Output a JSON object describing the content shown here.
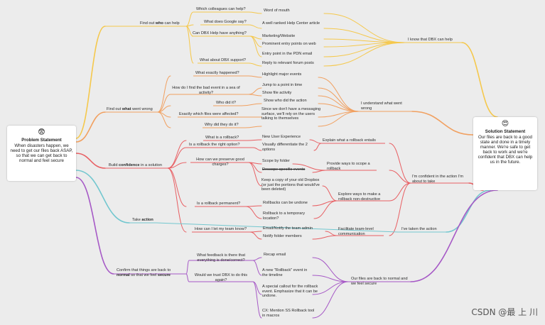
{
  "colors": {
    "yellow": "#f5c84c",
    "orange": "#f1a060",
    "red": "#e85f63",
    "teal": "#73c7cf",
    "purple": "#a659c6"
  },
  "problem": {
    "emoji": "😨",
    "title": "Problem Statement",
    "body": "When disasters happen, we need to get our files back ASAP, so that we can get back to normal and feel secure"
  },
  "solution": {
    "emoji": "😍",
    "title": "Solution Statement",
    "body": "Our files are back to a good state and done in a timely manner. We're safe to get back to work and we're confident that DBX can help us in the future."
  },
  "branches": {
    "who": "Find out who can help",
    "what": "Find out what went wrong",
    "confidence": "Build confidence in a solution",
    "action": "Take action",
    "normal": "Confirm that things are back to normal so that we feel secure"
  },
  "questions": {
    "colleagues": "Which colleagues can help?",
    "google": "What does Google say?",
    "dbxhelp": "Can DBX Help have anything?",
    "support": "What about DBX support?",
    "happened": "What exactly happened?",
    "findbad": "How do I find the bad event in a sea of activity?",
    "whodid": "Who did it?",
    "whichfiles": "Exactly which files were affected?",
    "whydid": "Why did they do it?",
    "rollback": "What is a rollback?",
    "rightoption": "Is a rollback the right option?",
    "goodcharges": "How can we preserve good charges?",
    "permanent": "Is a rollback permanent?",
    "letteam": "How can I let my team know?",
    "feedback": "What feedback is there that everything is done/correct?",
    "trust": "Would we trust DBX to do this again?"
  },
  "answers": {
    "wordofmouth": "Word of mouth",
    "helpcenter": "A well ranked Help Center article",
    "marketing": "Marketing/Website",
    "prominent": "Prominent entry points on web",
    "pdn": "Entry point in the PDN email",
    "forum": "Reply to relevant forum posts",
    "highlight": "Highlight major events",
    "jump": "Jump to a point in time",
    "fileactivity": "Show file activity",
    "showwho": "Show who did the action",
    "messaging": "Since we don't have a messaging surface, we'll rely on the users talking to themselves",
    "newux": "New User Experience",
    "visually": "Visually differentiate the 2 options",
    "scopefolder": "Scope by folder",
    "descope": "Descope specific events",
    "keepcopy": "Keep a copy of your old Dropbox (or just the portions that would've been deleted)",
    "undone": "Rollbacks can be undone",
    "temporary": "Rollback to a temporary location?",
    "email": "Email/Notify the team admin",
    "notify": "Notify folder members",
    "recap": "Recap email",
    "newrollback": "A new \"Rollback\" event in the timeline",
    "callout": "A special callout for the rollback event. Emphasize that it can be undone.",
    "cx": "CX: Mention SS Rollback tool in macros"
  },
  "mid": {
    "explain": "Explain what a rollback entails",
    "scope": "Provide ways to scope a rollback",
    "explore": "Explore ways to make a rollback non-destructive",
    "facilitate": "Facilitate team-level communication"
  },
  "outcomes": {
    "know": "I know that DBX can help",
    "understand": "I understand what went wrong",
    "confident": "I'm confident in the action I'm about to take",
    "taken": "I've taken the action",
    "back": "Our files are back to normal and we feel secure"
  },
  "watermark": "CSDN @最 上 川"
}
